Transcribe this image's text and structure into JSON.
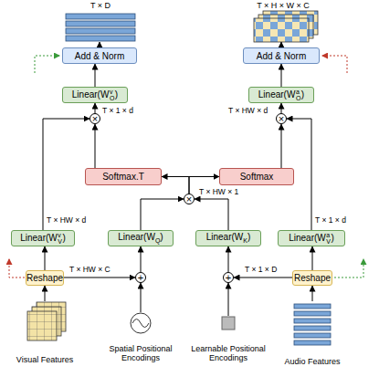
{
  "diagram": {
    "nodes": [
      {
        "text": [
          "T × D"
        ]
      },
      {
        "text": [
          "T × H × W × C"
        ]
      },
      {
        "text": [
          "Add & Norm"
        ]
      },
      {
        "text": [
          "Add & Norm"
        ]
      },
      {
        "text": [
          "Linear(W",
          "O",
          "v",
          ")"
        ]
      },
      {
        "text": [
          "Linear(W",
          "O",
          "a",
          ")"
        ]
      },
      {
        "text": [
          "×"
        ]
      },
      {
        "text": [
          "×"
        ]
      },
      {
        "text": [
          "Softmax.T"
        ]
      },
      {
        "text": [
          "Softmax"
        ]
      },
      {
        "text": [
          "×"
        ]
      },
      {
        "text": [
          "Linear(W",
          "V",
          "v",
          ")"
        ]
      },
      {
        "text": [
          "Linear(W",
          "Q",
          ")"
        ]
      },
      {
        "text": [
          "Linear(W",
          "K",
          ")"
        ]
      },
      {
        "text": [
          "Linear(W",
          "V",
          "a",
          ")"
        ]
      },
      {
        "text": [
          "Reshape"
        ]
      },
      {
        "text": [
          "+"
        ]
      },
      {
        "text": [
          "+"
        ]
      },
      {
        "text": [
          "Reshape"
        ]
      },
      {
        "text": [
          "Visual Features"
        ]
      },
      {
        "text": [
          "Spatial Positional Encodings"
        ]
      },
      {
        "text": [
          "Learnable Positional Encodings"
        ]
      },
      {
        "text": [
          "Audio Features"
        ]
      }
    ],
    "edges": [
      {
        "from": 19,
        "to": 15,
        "arrow": "to"
      },
      {
        "from": 15,
        "to": 11,
        "arrow": "to"
      },
      {
        "from": 15,
        "to": 16,
        "arrow": "to"
      },
      {
        "from": 20,
        "to": 16,
        "arrow": "to"
      },
      {
        "from": 16,
        "to": 12,
        "arrow": "to"
      },
      {
        "from": 21,
        "to": 17,
        "arrow": "to"
      },
      {
        "from": 17,
        "to": 13,
        "arrow": "to"
      },
      {
        "from": 22,
        "to": 18,
        "arrow": "to"
      },
      {
        "from": 18,
        "to": 14,
        "arrow": "to"
      },
      {
        "from": 18,
        "to": 17,
        "arrow": "to"
      },
      {
        "from": 12,
        "to": 10,
        "arrow": "to"
      },
      {
        "from": 13,
        "to": 10,
        "arrow": "to"
      },
      {
        "from": 10,
        "to": 8,
        "arrow": "to"
      },
      {
        "from": 10,
        "to": 9,
        "arrow": "to"
      },
      {
        "from": 8,
        "to": 6,
        "arrow": "to"
      },
      {
        "from": 11,
        "to": 6,
        "arrow": "to"
      },
      {
        "from": 6,
        "to": 4,
        "arrow": "to"
      },
      {
        "from": 4,
        "to": 2,
        "arrow": "to"
      },
      {
        "from": 2,
        "to": 0,
        "arrow": "to"
      },
      {
        "from": 9,
        "to": 7,
        "arrow": "to"
      },
      {
        "from": 14,
        "to": 7,
        "arrow": "to"
      },
      {
        "from": 7,
        "to": 5,
        "arrow": "to"
      },
      {
        "from": 5,
        "to": 3,
        "arrow": "to"
      },
      {
        "from": 3,
        "to": 1,
        "arrow": "to"
      }
    ],
    "labels": [
      "T × 1 × d",
      "T × HW × d",
      "T × HW × 1",
      "T × HW × d",
      "T × 1 × d",
      "T × HW × C",
      "T × 1 × D"
    ]
  }
}
